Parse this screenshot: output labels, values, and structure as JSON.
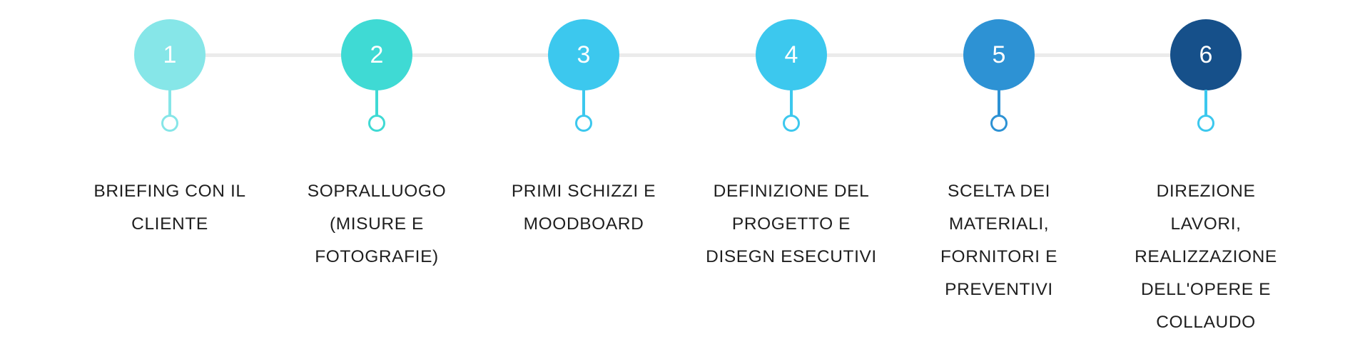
{
  "steps": [
    {
      "number": "1",
      "color": "#86e6e8",
      "line_color": "#86e6e8",
      "lines": [
        "BRIEFING CON IL",
        "CLIENTE"
      ]
    },
    {
      "number": "2",
      "color": "#3fdad4",
      "line_color": "#3fdad4",
      "lines": [
        "SOPRALLUOGO",
        "(MISURE E",
        "FOTOGRAFIE)"
      ]
    },
    {
      "number": "3",
      "color": "#3cc8ee",
      "line_color": "#3cc8ee",
      "lines": [
        "PRIMI SCHIZZI E",
        "MOODBOARD"
      ]
    },
    {
      "number": "4",
      "color": "#3cc8ee",
      "line_color": "#3cc8ee",
      "lines": [
        "DEFINIZIONE DEL",
        "PROGETTO E",
        "DISEGN ESECUTIVI"
      ]
    },
    {
      "number": "5",
      "color": "#2d92d4",
      "line_color": "#2d92d4",
      "lines": [
        "SCELTA DEI",
        "MATERIALI,",
        "FORNITORI E",
        "PREVENTIVI"
      ]
    },
    {
      "number": "6",
      "color": "#16508a",
      "line_color": "#3cc8ee",
      "lines": [
        "DIREZIONE",
        "LAVORI,",
        "REALIZZAZIONE",
        "DELL'OPERE E",
        "COLLAUDO"
      ]
    }
  ]
}
